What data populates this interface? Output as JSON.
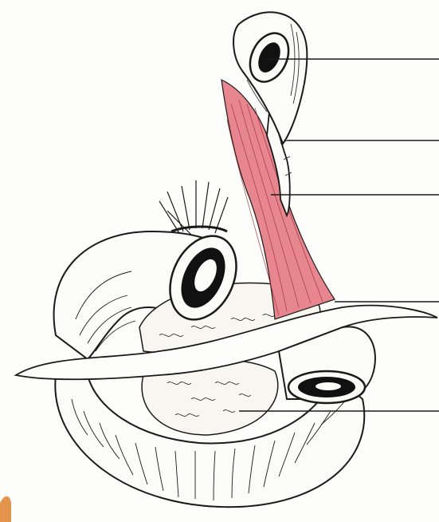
{
  "figure": {
    "description_visible_text": "",
    "colors": {
      "paper": "#fdfdfb",
      "ink": "#1a1a1a",
      "muscle": "#e8868f",
      "muscle_light": "#f3b3b8",
      "lumen": "#111111",
      "corner_stain": "#e08a3a"
    },
    "leader_lines": [
      {
        "name": "leader-line-1"
      },
      {
        "name": "leader-line-2"
      },
      {
        "name": "leader-line-3"
      },
      {
        "name": "leader-line-4"
      },
      {
        "name": "leader-line-5"
      }
    ]
  }
}
